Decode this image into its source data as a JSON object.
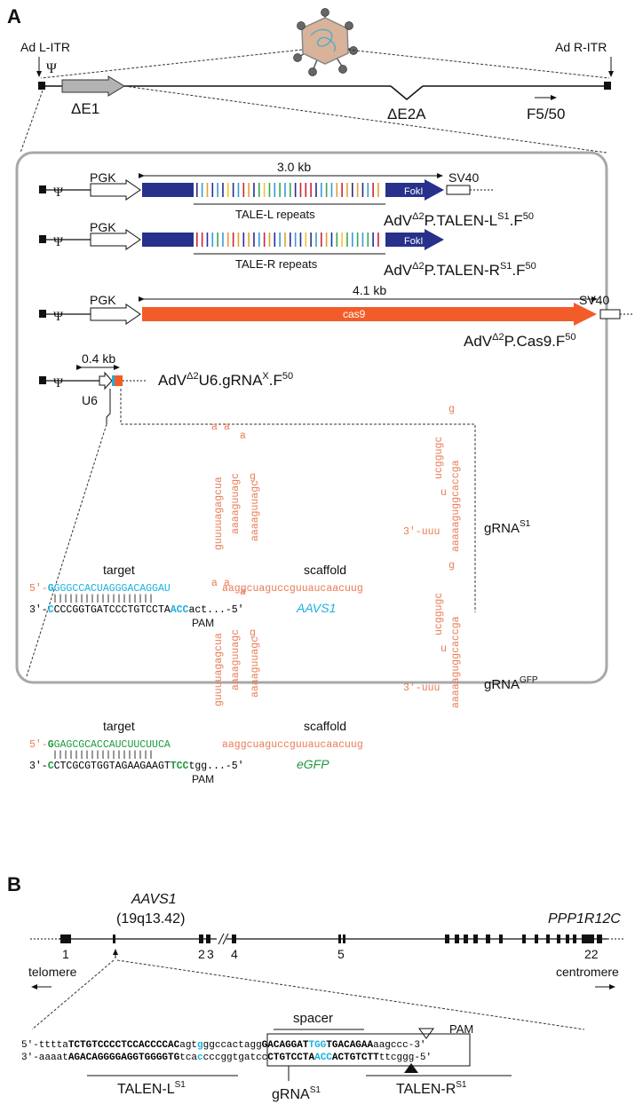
{
  "panels": {
    "a": "A",
    "b": "B"
  },
  "colors": {
    "blue": "#27318c",
    "orange": "#f25c28",
    "cyan": "#1bb0de",
    "green": "#1a9a3a",
    "rna": "#e87b55",
    "box_border": "#aaaaaa"
  },
  "genome": {
    "l_itr": "Ad L-ITR",
    "r_itr": "Ad R-ITR",
    "psi": "Ψ",
    "delta_e1": "ΔE1",
    "delta_e2a": "ΔE2A",
    "f5_50": "F5/50"
  },
  "constructs": {
    "talen_l": {
      "promoter": "PGK",
      "size": "3.0 kb",
      "foki": "FokI",
      "polya": "SV40",
      "repeats": "TALE-L repeats",
      "name_main": "AdV",
      "name_sup": "Δ2",
      "name_rest": "P.TALEN-L",
      "name_sup2": "S1",
      "name_end": ".F",
      "name_sup3": "50"
    },
    "talen_r": {
      "promoter": "PGK",
      "foki": "FokI",
      "repeats": "TALE-R repeats",
      "name_main": "AdV",
      "name_sup": "Δ2",
      "name_rest": "P.TALEN-R",
      "name_sup2": "S1",
      "name_end": ".F",
      "name_sup3": "50"
    },
    "cas9": {
      "promoter": "PGK",
      "size": "4.1 kb",
      "gene": "cas9",
      "polya": "SV40",
      "name_main": "AdV",
      "name_sup": "Δ2",
      "name_rest": "P.Cas9.F",
      "name_sup2": "50"
    },
    "grna": {
      "promoter": "U6",
      "size": "0.4 kb",
      "name_main": "AdV",
      "name_sup": "Δ2",
      "name_rest": "U6.gRNA",
      "name_sup2": "X",
      "name_end": ".F",
      "name_sup3": "50"
    }
  },
  "grna_s1": {
    "title": "gRNA",
    "title_sup": "S1",
    "target_label": "target",
    "scaffold_label": "scaffold",
    "pam_label": "PAM",
    "top_prefix": "5′-",
    "top_g": "G",
    "top_spacer": "GGGCCACUAGGGACAGGAU",
    "scaffold_seq": "aaggcuaguccguuaucaacuug",
    "bottom_prefix": "3′-",
    "bottom_c": "C",
    "bottom_seq": "CCCGGTGATCCCTGTCCTA",
    "bottom_pam": "ACC",
    "bottom_tail": "act...-5′",
    "gene": "AAVS1",
    "stem1_a": "guuuuagagcua",
    "stem1_b": "aaaaguuagc",
    "loop1": "gaa",
    "loop2": "a",
    "stem2": "aaaaaguggcaccga",
    "stem2_b": "ucggugc",
    "stem2_loop": "g",
    "tail3": "3′-uuu",
    "tail3_u": "u"
  },
  "grna_gfp": {
    "title": "gRNA",
    "title_sup": "GFP",
    "target_label": "target",
    "scaffold_label": "scaffold",
    "pam_label": "PAM",
    "top_prefix": "5′-",
    "top_g": "G",
    "top_spacer": "GAGCGCACCAUCUUCUUCA",
    "scaffold_seq": "aaggcuaguccguuaucaacuug",
    "bottom_prefix": "3′-",
    "bottom_c": "C",
    "bottom_seq": "CTCGCGTGGTAGAAGAAGT",
    "bottom_pam": "TCC",
    "bottom_tail": "tgg...-5′",
    "gene": "eGFP"
  },
  "locus": {
    "gene_left": "AAVS1",
    "chrom": "(19q13.42)",
    "gene_right": "PPP1R12C",
    "exons": [
      "1",
      "2",
      "3",
      "4",
      "5",
      "22"
    ],
    "telomere": "telomere",
    "centromere": "centromere",
    "spacer_label": "spacer",
    "pam_label": "PAM",
    "seq_top": {
      "a": "5′-tttta",
      "b": "TCTGTCCCCTCCACCCCAC",
      "c": "agt",
      "d": "g",
      "e": "ggccactagg",
      "f": "GACAGGAT",
      "g": "TGG",
      "h": "TGACAGAA",
      "i": "aagccc-3′"
    },
    "seq_bot": {
      "a": "3′-aaaat",
      "b": "AGACAGGGGAGGTGGGGTG",
      "c": "tca",
      "d": "c",
      "e": "cccggtgatcc",
      "f": "CTGTCCTA",
      "g": "ACC",
      "h": "ACTGTCTT",
      "i": "ttcggg-5′"
    },
    "talen_l": "TALEN-L",
    "talen_l_sup": "S1",
    "grna": "gRNA",
    "grna_sup": "S1",
    "talen_r": "TALEN-R",
    "talen_r_sup": "S1"
  }
}
